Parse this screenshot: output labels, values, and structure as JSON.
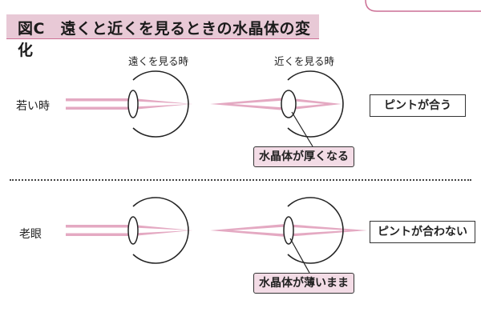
{
  "title": "図C　遠くと近くを見るときの水晶体の変化",
  "columns": {
    "far": "遠くを見る時",
    "near": "近くを見る時"
  },
  "rows": {
    "young": "若い時",
    "presbyopia": "老眼"
  },
  "results": {
    "young": "ピントが合う",
    "presbyopia": "ピントが合わない"
  },
  "callouts": {
    "young": "水晶体が厚くなる",
    "presbyopia": "水晶体が薄いまま"
  },
  "colors": {
    "accent": "#cc6f95",
    "ray": "#d98fb0",
    "title_bg": "#e8c9d6",
    "callout_bg": "#f3dce6"
  }
}
